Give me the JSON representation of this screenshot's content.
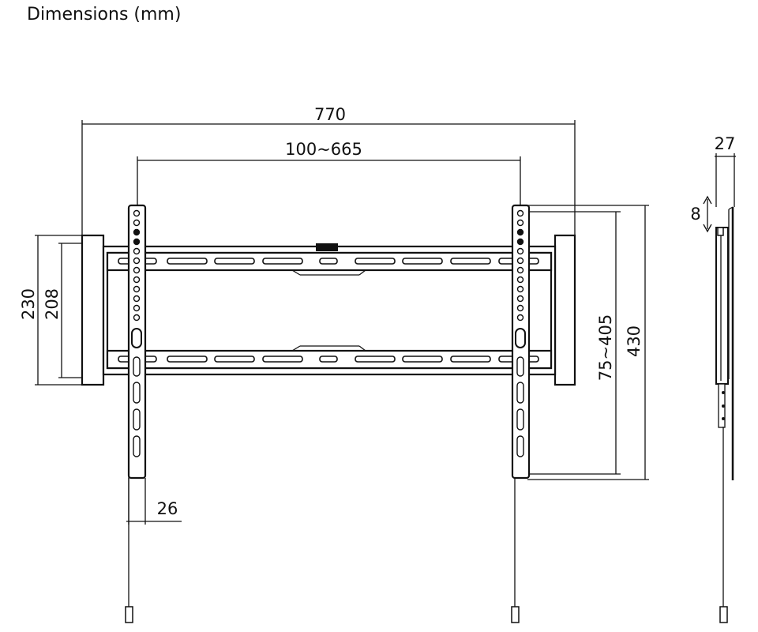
{
  "title": "Dimensions (mm)",
  "dimensions": {
    "overall_width": "770",
    "vesa_horizontal": "100~665",
    "frame_height_outer": "230",
    "frame_height_inner": "208",
    "vesa_vertical": "75~405",
    "arm_height": "430",
    "arm_width": "26",
    "depth": "27",
    "tilt_adjust": "8"
  }
}
